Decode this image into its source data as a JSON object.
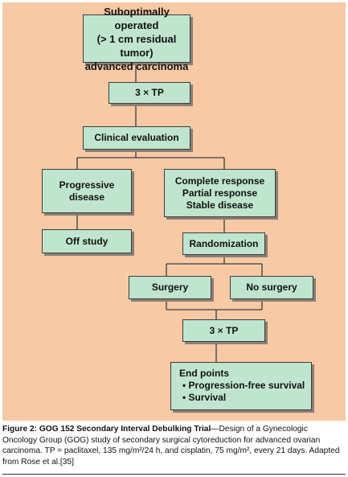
{
  "diagram": {
    "nodes": {
      "start": [
        "Suboptimally operated",
        "(> 1 cm residual tumor)",
        "advanced  carcinoma"
      ],
      "tp1": "3 × TP",
      "clinical": "Clinical evaluation",
      "progressive": [
        "Progressive",
        "disease"
      ],
      "response": [
        "Complete response",
        "Partial response",
        "Stable disease"
      ],
      "offstudy": "Off study",
      "random": "Randomization",
      "surgery": "Surgery",
      "nosurgery": "No surgery",
      "tp2": "3 × TP",
      "endpoints": {
        "title": "End points",
        "items": [
          "• Progression-free survival",
          "• Survival"
        ]
      }
    },
    "colors": {
      "panel": "#f7c9a4",
      "box": "#bfe5ce",
      "line": "#3d3d3d",
      "shadow": "#8a7f76"
    }
  },
  "caption": {
    "label": "Figure 2: GOG 152 Secondary Interval Debulking Trial",
    "text": "—Design of a Gynecologic Oncology Group (GOG) study of secondary surgical cytoreduction for advanced ovarian carcinoma. TP = paclitaxel, 135 mg/m²/24 h, and cisplatin, 75 mg/m², every 21 days. Adapted from Rose et al.[35]"
  }
}
